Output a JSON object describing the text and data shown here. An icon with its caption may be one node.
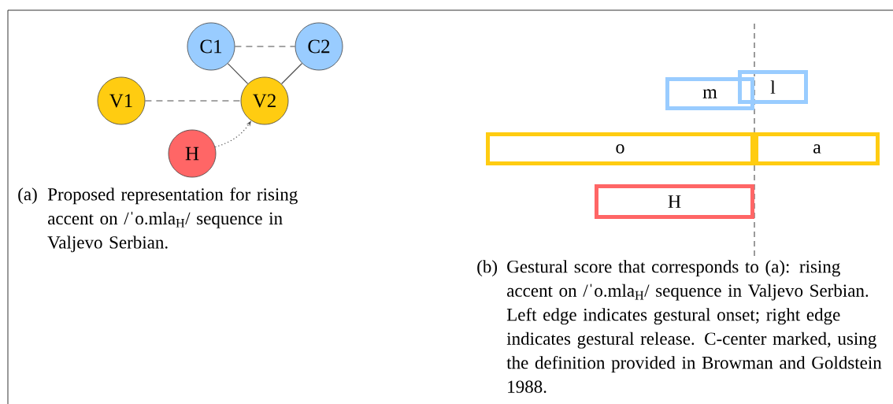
{
  "diagram": {
    "nodes": [
      {
        "text": [
          "C1"
        ]
      },
      {
        "text": [
          "C2"
        ]
      },
      {
        "text": [
          "V1"
        ]
      },
      {
        "text": [
          "V2"
        ]
      },
      {
        "text": [
          "H"
        ]
      },
      {
        "text": [
          "m"
        ]
      },
      {
        "text": [
          "l"
        ]
      },
      {
        "text": [
          "o"
        ]
      },
      {
        "text": [
          "a"
        ]
      },
      {
        "text": [
          "H"
        ]
      }
    ],
    "edges": [
      {
        "from": 0,
        "to": 1,
        "arrow": "none",
        "style": "dashed"
      },
      {
        "from": 0,
        "to": 3,
        "arrow": "none"
      },
      {
        "from": 1,
        "to": 3,
        "arrow": "none"
      },
      {
        "from": 2,
        "to": 3,
        "arrow": "none",
        "style": "dashed"
      },
      {
        "from": 4,
        "to": 3,
        "arrow": "to",
        "style": "dashed"
      }
    ],
    "labels": [
      "(a)",
      "Proposed representation for rising accent on /ˈo.mla$_{H}$/ sequence in Valjevo Serbian.",
      "(b)",
      "Gestural score that corresponds to (a): rising accent on /ˈo.mla$_{H}$/ sequence in Valjevo Serbian. Left edge indicates gestural onset; right edge indicates gestural release. C-center marked, using the definition provided in Browman and Goldstein 1988."
    ]
  }
}
